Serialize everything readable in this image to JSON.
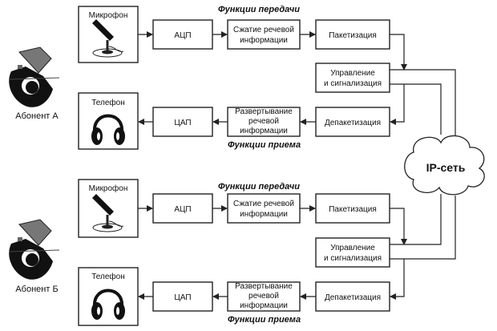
{
  "network": {
    "label": "IP-сеть"
  },
  "subscribers": [
    {
      "name": "Абонент А",
      "transmit_title": "Функции передачи",
      "receive_title": "Функции приема",
      "microphone": "Микрофон",
      "adc": "АЦП",
      "compression": [
        "Сжатие речевой",
        "информации"
      ],
      "packetization": "Пакетизация",
      "control": [
        "Управление",
        "и сигнализация"
      ],
      "depacketization": "Депакетизация",
      "expansion": [
        "Развертывание",
        "речевой",
        "информации"
      ],
      "dac": "ЦАП",
      "phone": "Телефон"
    },
    {
      "name": "Абонент Б",
      "transmit_title": "Функции передачи",
      "receive_title": "Функции приема",
      "microphone": "Микрофон",
      "adc": "АЦП",
      "compression": [
        "Сжатие речевой",
        "информации"
      ],
      "packetization": "Пакетизация",
      "control": [
        "Управление",
        "и сигнализация"
      ],
      "depacketization": "Депакетизация",
      "expansion": [
        "Развертывание",
        "речевой",
        "информации"
      ],
      "dac": "ЦАП",
      "phone": "Телефон"
    }
  ],
  "icons": {
    "microphone": "microphone-icon",
    "headphones": "headphones-icon",
    "person": "person-at-desk-icon",
    "cloud": "cloud-icon"
  }
}
